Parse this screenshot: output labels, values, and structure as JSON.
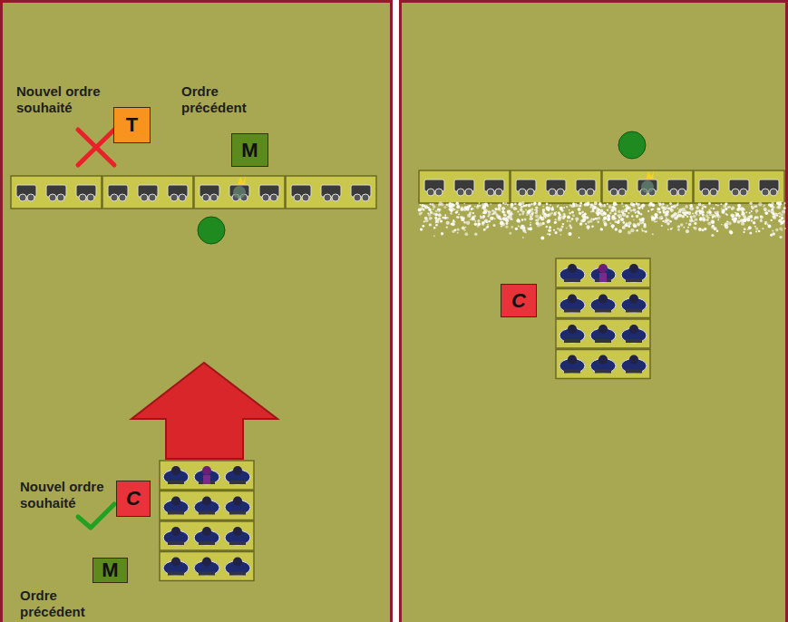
{
  "diagram": {
    "nodes": [
      {
        "text": [
          "T"
        ]
      },
      {
        "text": [
          "M"
        ]
      },
      {
        "text": [
          "C"
        ]
      },
      {
        "text": [
          "M"
        ]
      },
      {
        "text": [
          "C"
        ]
      }
    ],
    "labels": [
      "Nouvel ordre souhaité",
      "Ordre précédent",
      "Nouvel ordre souhaité",
      "Ordre précédent"
    ]
  }
}
